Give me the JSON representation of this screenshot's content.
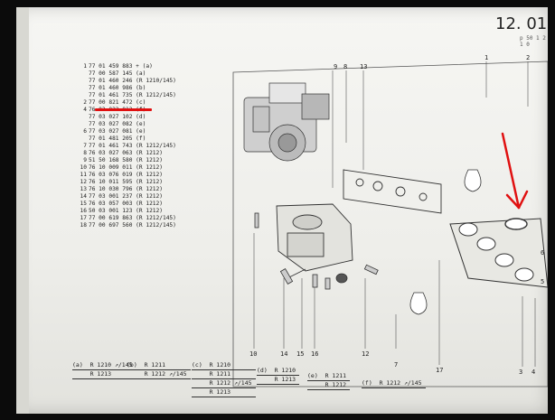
{
  "page": {
    "number": "12. 01",
    "subtitle": "p 50  1 2 1 0"
  },
  "parts": [
    {
      "num": "1",
      "ref": "77 01 459 883",
      "note": "+ (a)"
    },
    {
      "num": "",
      "ref": "77 00 587 145",
      "note": "(a)"
    },
    {
      "num": "",
      "ref": "77 01 460 246",
      "note": "(R 1210/145)"
    },
    {
      "num": "",
      "ref": "77 01 460 986",
      "note": "(b)"
    },
    {
      "num": "",
      "ref": "77 01 461 735",
      "note": "(R 1212/145)"
    },
    {
      "num": "2",
      "ref": "77 00 821 472",
      "note": "(c)"
    },
    {
      "num": "4",
      "ref": "76 03 032 012",
      "note": "(f)"
    },
    {
      "num": "",
      "ref": "77 03 027 102",
      "note": "(d)"
    },
    {
      "num": "",
      "ref": "77 03 027 082",
      "note": "(e)"
    },
    {
      "num": "6",
      "ref": "77 03 027 081",
      "note": "(e)"
    },
    {
      "num": "",
      "ref": "77 01 481 205",
      "note": "(f)"
    },
    {
      "num": "7",
      "ref": "77 01 461 743",
      "note": "(R 1212/145)"
    },
    {
      "num": "8",
      "ref": "76 03 027 063",
      "note": "(R 1212)"
    },
    {
      "num": "9",
      "ref": "51 50 168 580",
      "note": "(R 1212)"
    },
    {
      "num": "10",
      "ref": "76 10 009 011",
      "note": "(R 1212)"
    },
    {
      "num": "11",
      "ref": "76 03 076 019",
      "note": "(R 1212)"
    },
    {
      "num": "12",
      "ref": "76 10 011 595",
      "note": "(R 1212)"
    },
    {
      "num": "13",
      "ref": "76 10 030 796",
      "note": "(R 1212)"
    },
    {
      "num": "14",
      "ref": "77 03 001 237",
      "note": "(R 1212)"
    },
    {
      "num": "15",
      "ref": "76 03 057 003",
      "note": "(R 1212)"
    },
    {
      "num": "16",
      "ref": "50 03 001 123",
      "note": "(R 1212)"
    },
    {
      "num": "17",
      "ref": "77 00 619 863",
      "note": "(R 1212/145)"
    },
    {
      "num": "18",
      "ref": "77 00 697 560",
      "note": "(R 1212/145)"
    }
  ],
  "legend": [
    {
      "key": "(a)",
      "lines": [
        "R 1210 ↗/145",
        "R 1213"
      ]
    },
    {
      "key": "(b)",
      "lines": [
        "R 1211",
        "R 1212 ↗/145"
      ]
    },
    {
      "key": "(c)",
      "lines": [
        "R 1210",
        "R 1211",
        "R 1212 ↗/145",
        "R 1213"
      ]
    },
    {
      "key": "(d)",
      "lines": [
        "R 1210",
        "R 1213"
      ]
    },
    {
      "key": "(e)",
      "lines": [
        "R 1211",
        "R 1212"
      ]
    },
    {
      "key": "(f)",
      "lines": [
        "R 1212 ↗/145"
      ]
    }
  ],
  "callouts": {
    "c9": "9",
    "c8": "8",
    "c13": "13",
    "c1": "1",
    "c2": "2",
    "c10": "10",
    "c14": "14",
    "c15": "15",
    "c16": "16",
    "c12": "12",
    "c7": "7",
    "c17": "17",
    "c3": "3",
    "c4": "4",
    "c6": "6",
    "c5": "5"
  },
  "colors": {
    "highlight": "#e01010",
    "ink": "#222222",
    "paper": "#f2f2ee"
  }
}
